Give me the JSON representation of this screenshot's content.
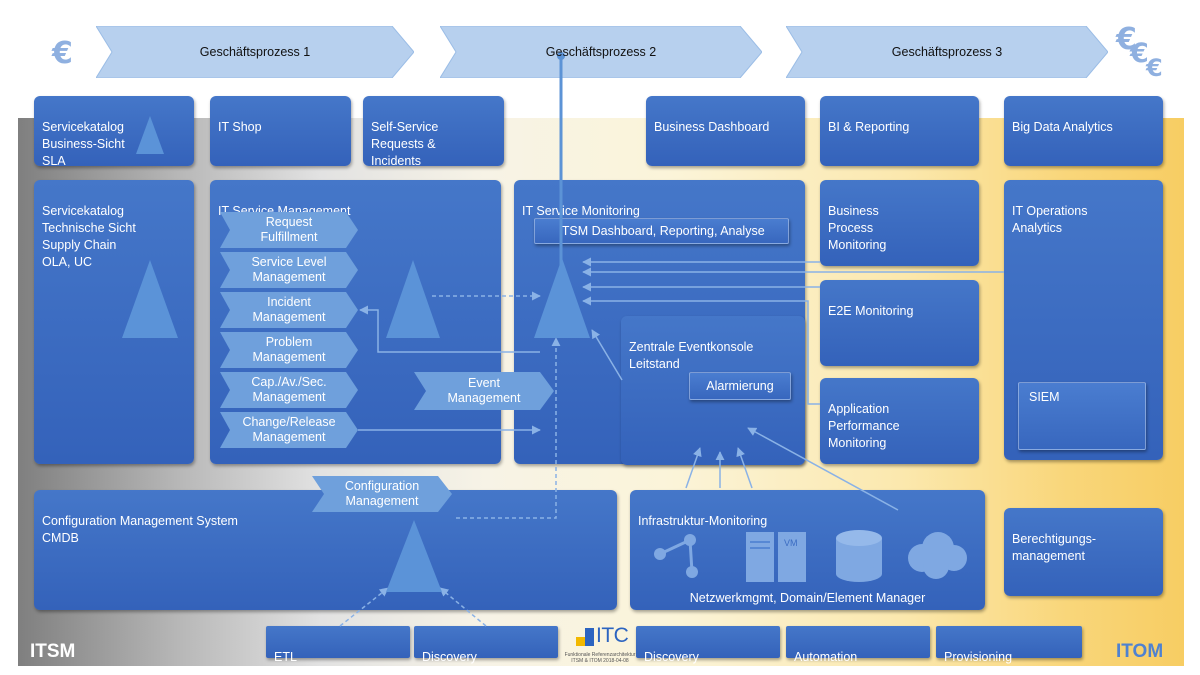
{
  "processes": [
    "Geschäftsprozess 1",
    "Geschäftsprozess 2",
    "Geschäftsprozess 3"
  ],
  "currency_symbol": "€",
  "top_row": {
    "servicekatalog_business": "Servicekatalog\nBusiness-Sicht\nSLA",
    "it_shop": "IT Shop",
    "self_service": "Self-Service\nRequests &\nIncidents",
    "business_dashboard": "Business Dashboard",
    "bi_reporting": "BI & Reporting",
    "big_data": "Big Data Analytics"
  },
  "middle_row": {
    "servicekatalog_technisch": "Servicekatalog\nTechnische Sicht\nSupply Chain\nOLA, UC",
    "itsm_title": "IT Service Management",
    "itsm_processes": [
      "Request\nFulfillment",
      "Service Level\nManagement",
      "Incident\nManagement",
      "Problem\nManagement",
      "Cap./Av./Sec.\nManagement",
      "Change/Release\nManagement"
    ],
    "event_management": "Event\nManagement",
    "monitoring_title": "IT Service Monitoring",
    "itsm_dashboard": "ITSM Dashboard, Reporting, Analyse",
    "eventkonsole": "Zentrale Eventkonsole\nLeitstand",
    "alarmierung": "Alarmierung",
    "bpm": "Business\nProcess\nMonitoring",
    "e2e": "E2E Monitoring",
    "apm": "Application\nPerformance\nMonitoring",
    "it_ops_analytics": "IT Operations\nAnalytics",
    "siem": "SIEM"
  },
  "bottom_row": {
    "cms": "Configuration Management System\nCMDB",
    "config_mgmt": "Configuration\nManagement",
    "infra_title": "Infrastruktur-Monitoring",
    "infra_footer": "Netzwerkmgmt, Domain/Element Manager",
    "vm_label": "VM",
    "berechtigung": "Berechtigungs-\nmanagement"
  },
  "footer_bar": [
    "ETL",
    "Discovery",
    "Discovery",
    "Automation",
    "Provisioning"
  ],
  "logo": {
    "text": "ITC",
    "caption": "Funktionale Referenzarchitektur\nITSM & ITOM 2018-04-08"
  },
  "corner_labels": {
    "left": "ITSM",
    "right": "ITOM"
  },
  "colors": {
    "box": "#3a6bc2",
    "chevron": "#6fa0dc",
    "triangle": "#5b93d8",
    "line": "#6d9bd8",
    "process": "#b7d0ee"
  }
}
